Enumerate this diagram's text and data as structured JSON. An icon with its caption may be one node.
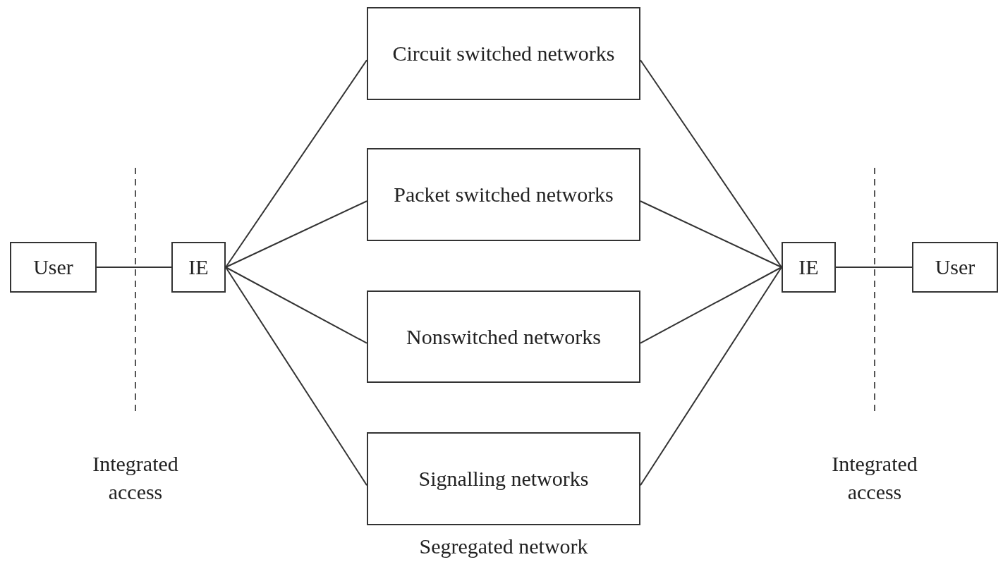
{
  "diagram": {
    "nodes": [
      {
        "text": [
          "User"
        ]
      },
      {
        "text": [
          "IE"
        ]
      },
      {
        "text": [
          "Circuit switched networks"
        ]
      },
      {
        "text": [
          "Packet switched networks"
        ]
      },
      {
        "text": [
          "Nonswitched networks"
        ]
      },
      {
        "text": [
          "Signalling networks"
        ]
      },
      {
        "text": [
          "IE"
        ]
      },
      {
        "text": [
          "User"
        ]
      }
    ],
    "edges": [
      {
        "from": 0,
        "to": 1,
        "arrow": "none"
      },
      {
        "from": 1,
        "to": 2,
        "arrow": "none"
      },
      {
        "from": 1,
        "to": 3,
        "arrow": "none"
      },
      {
        "from": 1,
        "to": 4,
        "arrow": "none"
      },
      {
        "from": 1,
        "to": 5,
        "arrow": "none"
      },
      {
        "from": 2,
        "to": 6,
        "arrow": "none"
      },
      {
        "from": 3,
        "to": 6,
        "arrow": "none"
      },
      {
        "from": 4,
        "to": 6,
        "arrow": "none"
      },
      {
        "from": 5,
        "to": 6,
        "arrow": "none"
      },
      {
        "from": 6,
        "to": 7,
        "arrow": "none"
      }
    ],
    "labels": [
      "Integrated access",
      "Integrated access",
      "Segregated network"
    ]
  }
}
